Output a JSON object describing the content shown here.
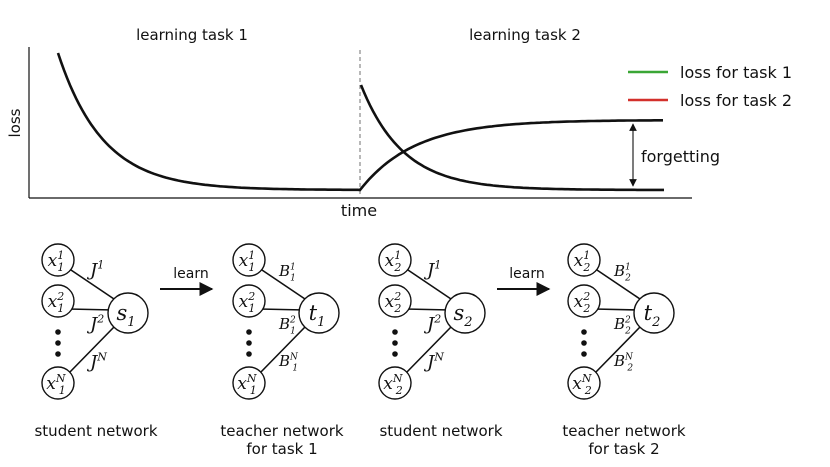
{
  "plot": {
    "phase1_label": "learning task 1",
    "phase2_label": "learning task 2",
    "ylabel": "loss",
    "xlabel": "time",
    "legend": [
      {
        "label": "loss for task 1",
        "color": "#3aa635"
      },
      {
        "label": "loss for task 2",
        "color": "#d3302b"
      }
    ],
    "forgetting_label": "forgetting"
  },
  "arrow_labels": [
    "learn",
    "learn"
  ],
  "networks": [
    {
      "caption": [
        "student network"
      ],
      "inputs": [
        {
          "base": "x",
          "sub": "1",
          "sup": "1"
        },
        {
          "base": "x",
          "sub": "1",
          "sup": "2"
        },
        {
          "base": "x",
          "sub": "1",
          "sup": "N"
        }
      ],
      "weights": [
        {
          "base": "J",
          "sub": "",
          "sup": "1"
        },
        {
          "base": "J",
          "sub": "",
          "sup": "2"
        },
        {
          "base": "J",
          "sub": "",
          "sup": "N"
        }
      ],
      "output": {
        "base": "s",
        "sub": "1"
      }
    },
    {
      "caption": [
        "teacher network",
        "for task 1"
      ],
      "inputs": [
        {
          "base": "x",
          "sub": "1",
          "sup": "1"
        },
        {
          "base": "x",
          "sub": "1",
          "sup": "2"
        },
        {
          "base": "x",
          "sub": "1",
          "sup": "N"
        }
      ],
      "weights": [
        {
          "base": "B",
          "sub": "1",
          "sup": "1"
        },
        {
          "base": "B",
          "sub": "1",
          "sup": "2"
        },
        {
          "base": "B",
          "sub": "1",
          "sup": "N"
        }
      ],
      "output": {
        "base": "t",
        "sub": "1"
      }
    },
    {
      "caption": [
        "student network"
      ],
      "inputs": [
        {
          "base": "x",
          "sub": "2",
          "sup": "1"
        },
        {
          "base": "x",
          "sub": "2",
          "sup": "2"
        },
        {
          "base": "x",
          "sub": "2",
          "sup": "N"
        }
      ],
      "weights": [
        {
          "base": "J",
          "sub": "",
          "sup": "1"
        },
        {
          "base": "J",
          "sub": "",
          "sup": "2"
        },
        {
          "base": "J",
          "sub": "",
          "sup": "N"
        }
      ],
      "output": {
        "base": "s",
        "sub": "2"
      }
    },
    {
      "caption": [
        "teacher network",
        "for task 2"
      ],
      "inputs": [
        {
          "base": "x",
          "sub": "2",
          "sup": "1"
        },
        {
          "base": "x",
          "sub": "2",
          "sup": "2"
        },
        {
          "base": "x",
          "sub": "2",
          "sup": "N"
        }
      ],
      "weights": [
        {
          "base": "B",
          "sub": "2",
          "sup": "1"
        },
        {
          "base": "B",
          "sub": "2",
          "sup": "2"
        },
        {
          "base": "B",
          "sub": "2",
          "sup": "N"
        }
      ],
      "output": {
        "base": "t",
        "sub": "2"
      }
    }
  ]
}
